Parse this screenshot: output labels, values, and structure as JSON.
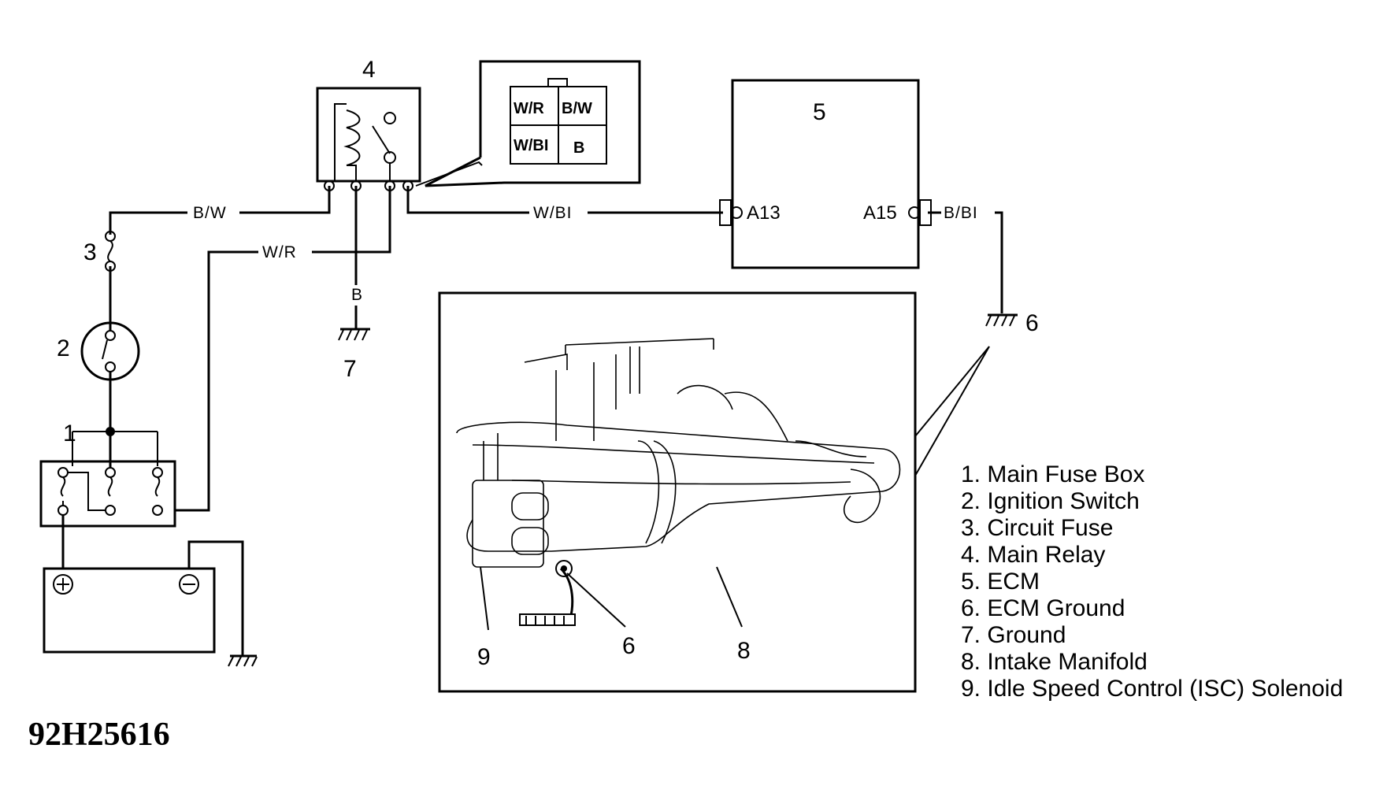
{
  "wire_labels": {
    "bw": "B/W",
    "wr": "W/R",
    "b": "B",
    "wbl": "W/BI",
    "bbl": "B/BI"
  },
  "pins": {
    "a13": "A13",
    "a15": "A15"
  },
  "connector": {
    "tl": "W/R",
    "tr": "B/W",
    "bl": "W/BI",
    "br": "B"
  },
  "callouts": {
    "n1": "1",
    "n2": "2",
    "n3": "3",
    "n4": "4",
    "n5": "5",
    "n6_top": "6",
    "n7": "7",
    "n6_inset": "6",
    "n8": "8",
    "n9": "9"
  },
  "legend": [
    "1. Main Fuse Box",
    "2. Ignition Switch",
    "3. Circuit Fuse",
    "4. Main Relay",
    "5. ECM",
    "6. ECM Ground",
    "7. Ground",
    "8. Intake Manifold",
    "9. Idle Speed Control (ISC) Solenoid"
  ],
  "figure_code": "92H25616"
}
